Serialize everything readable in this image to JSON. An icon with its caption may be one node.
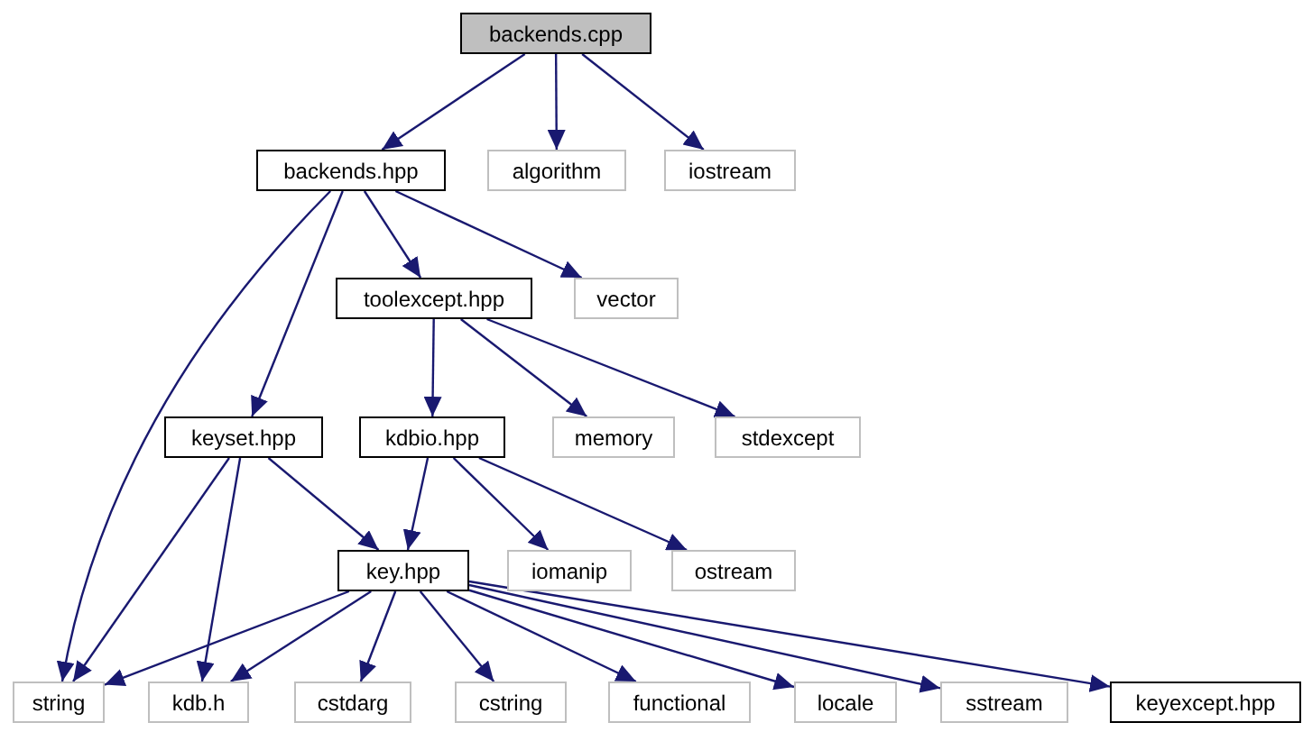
{
  "diagram": {
    "nodes": [
      {
        "text": [
          "backends.cpp"
        ]
      },
      {
        "text": [
          "backends.hpp"
        ]
      },
      {
        "text": [
          "algorithm"
        ]
      },
      {
        "text": [
          "iostream"
        ]
      },
      {
        "text": [
          "toolexcept.hpp"
        ]
      },
      {
        "text": [
          "vector"
        ]
      },
      {
        "text": [
          "keyset.hpp"
        ]
      },
      {
        "text": [
          "kdbio.hpp"
        ]
      },
      {
        "text": [
          "memory"
        ]
      },
      {
        "text": [
          "stdexcept"
        ]
      },
      {
        "text": [
          "key.hpp"
        ]
      },
      {
        "text": [
          "iomanip"
        ]
      },
      {
        "text": [
          "ostream"
        ]
      },
      {
        "text": [
          "string"
        ]
      },
      {
        "text": [
          "kdb.h"
        ]
      },
      {
        "text": [
          "cstdarg"
        ]
      },
      {
        "text": [
          "cstring"
        ]
      },
      {
        "text": [
          "functional"
        ]
      },
      {
        "text": [
          "locale"
        ]
      },
      {
        "text": [
          "sstream"
        ]
      },
      {
        "text": [
          "keyexcept.hpp"
        ]
      }
    ],
    "edges": [
      {
        "from": 0,
        "to": 1,
        "arrow": "to"
      },
      {
        "from": 0,
        "to": 2,
        "arrow": "to"
      },
      {
        "from": 0,
        "to": 3,
        "arrow": "to"
      },
      {
        "from": 1,
        "to": 13,
        "arrow": "to"
      },
      {
        "from": 1,
        "to": 6,
        "arrow": "to"
      },
      {
        "from": 1,
        "to": 4,
        "arrow": "to"
      },
      {
        "from": 1,
        "to": 5,
        "arrow": "to"
      },
      {
        "from": 4,
        "to": 7,
        "arrow": "to"
      },
      {
        "from": 4,
        "to": 8,
        "arrow": "to"
      },
      {
        "from": 4,
        "to": 9,
        "arrow": "to"
      },
      {
        "from": 6,
        "to": 13,
        "arrow": "to"
      },
      {
        "from": 6,
        "to": 14,
        "arrow": "to"
      },
      {
        "from": 6,
        "to": 10,
        "arrow": "to"
      },
      {
        "from": 7,
        "to": 10,
        "arrow": "to"
      },
      {
        "from": 7,
        "to": 11,
        "arrow": "to"
      },
      {
        "from": 7,
        "to": 12,
        "arrow": "to"
      },
      {
        "from": 10,
        "to": 13,
        "arrow": "to"
      },
      {
        "from": 10,
        "to": 14,
        "arrow": "to"
      },
      {
        "from": 10,
        "to": 15,
        "arrow": "to"
      },
      {
        "from": 10,
        "to": 16,
        "arrow": "to"
      },
      {
        "from": 10,
        "to": 17,
        "arrow": "to"
      },
      {
        "from": 10,
        "to": 18,
        "arrow": "to"
      },
      {
        "from": 10,
        "to": 19,
        "arrow": "to"
      },
      {
        "from": 10,
        "to": 20,
        "arrow": "to"
      }
    ]
  }
}
